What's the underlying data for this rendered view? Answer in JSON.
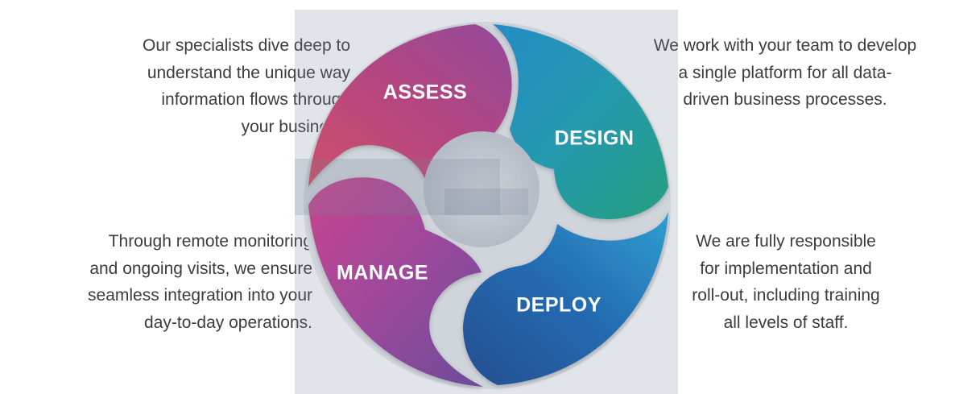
{
  "stages": {
    "assess": {
      "label": "ASSESS",
      "lines": [
        "Our specialists dive deep to",
        "understand the unique way",
        "information flows through",
        "your business."
      ]
    },
    "design": {
      "label": "DESIGN",
      "lines": [
        "We work with your team to develop",
        "a single platform for all data-",
        "driven business processes."
      ]
    },
    "manage": {
      "label": "MANAGE",
      "lines": [
        "Through remote monitoring",
        "and ongoing visits, we ensure",
        "seamless integration into your",
        "day-to-day operations."
      ]
    },
    "deploy": {
      "label": "DEPLOY",
      "lines": [
        "We are fully responsible",
        "for implementation and",
        "roll-out, including training",
        "all levels of staff."
      ]
    }
  },
  "colors": {
    "assess": [
      "#e8405c",
      "#c2357e",
      "#9a3a9a"
    ],
    "design": [
      "#0b8ed2",
      "#0aa0b5",
      "#0ba77a"
    ],
    "manage": [
      "#e0338c",
      "#a8399d",
      "#6b3a9c"
    ],
    "deploy": [
      "#0c3f8f",
      "#0d63b8",
      "#1aa6e2"
    ],
    "text": "#3c3c3c",
    "label": "#ffffff"
  }
}
